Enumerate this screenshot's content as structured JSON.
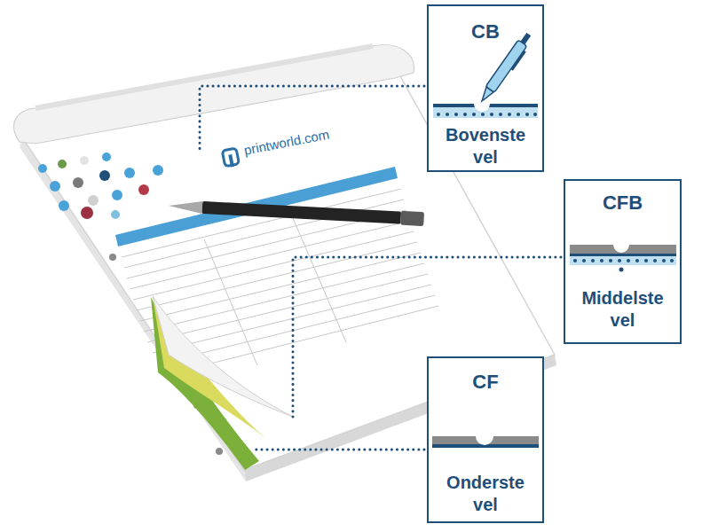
{
  "diagram": {
    "nodes": [
      {
        "text": [
          "CB",
          "Bovenste vel"
        ]
      },
      {
        "text": [
          "CFB",
          "Middelste vel"
        ]
      },
      {
        "text": [
          "CF",
          "Onderste vel"
        ]
      }
    ],
    "labels": [
      "printworld.com"
    ]
  }
}
